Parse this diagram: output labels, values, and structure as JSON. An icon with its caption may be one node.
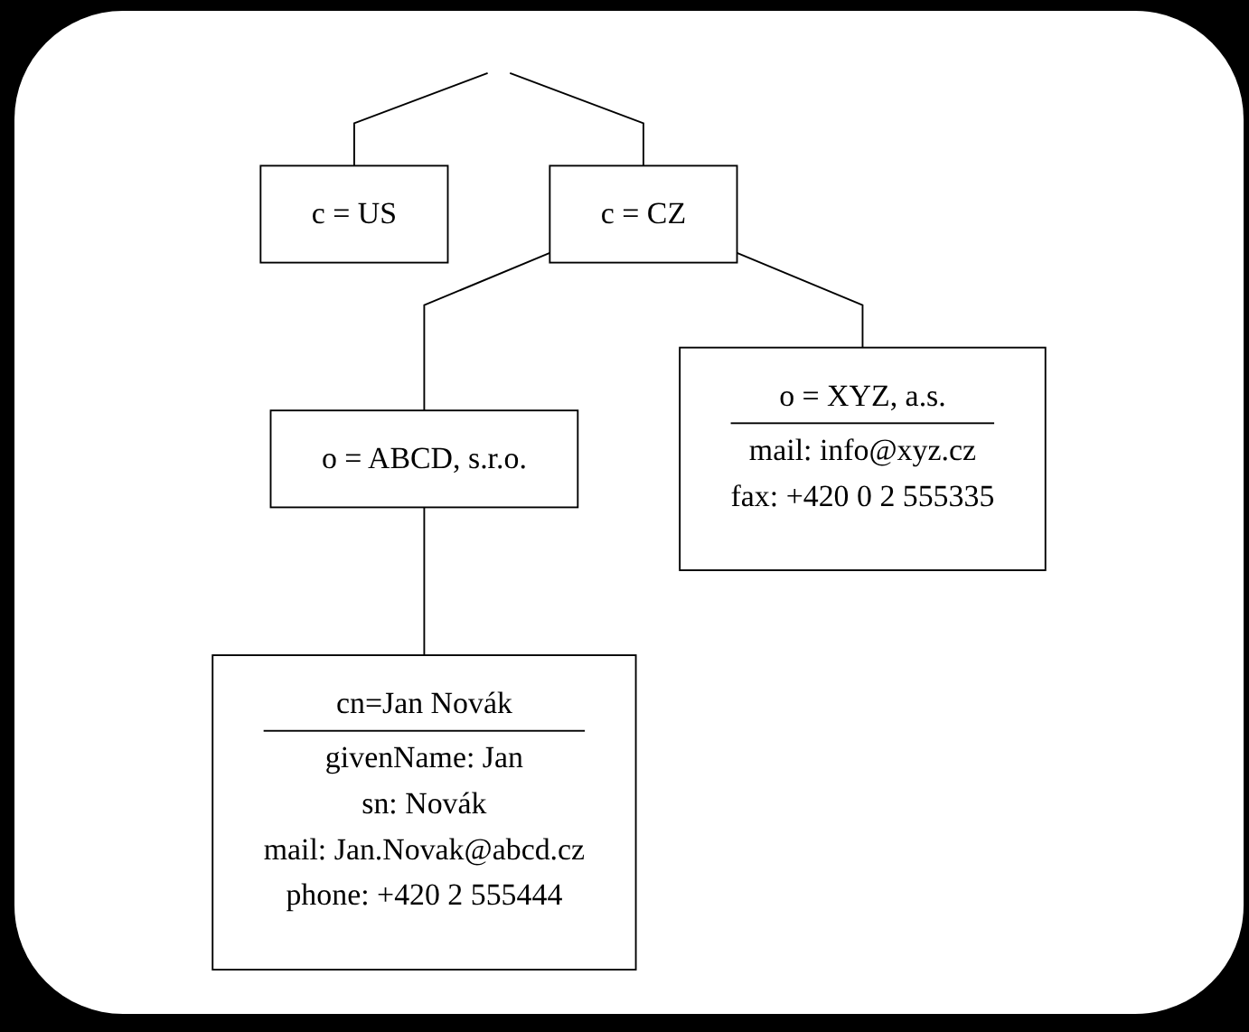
{
  "diagram": {
    "nodes": [
      {
        "text": [
          "c = US"
        ]
      },
      {
        "text": [
          "c = CZ"
        ]
      },
      {
        "text": [
          "o = ABCD, s.r.o."
        ]
      },
      {
        "text": [
          "o = XYZ, a.s.",
          "mail: info@xyz.cz",
          "fax: +420 0 2 555335"
        ]
      },
      {
        "text": [
          "cn=Jan Novák",
          "givenName: Jan",
          "sn: Novák",
          "mail: Jan.Novak@abcd.cz",
          "phone: +420 2 555444"
        ]
      }
    ],
    "edges": [
      {
        "from": null,
        "to": 0,
        "arrow": "none"
      },
      {
        "from": null,
        "to": 1,
        "arrow": "none"
      },
      {
        "from": 1,
        "to": 2,
        "arrow": "none"
      },
      {
        "from": 1,
        "to": 3,
        "arrow": "none"
      },
      {
        "from": 2,
        "to": 4,
        "arrow": "none"
      }
    ]
  }
}
